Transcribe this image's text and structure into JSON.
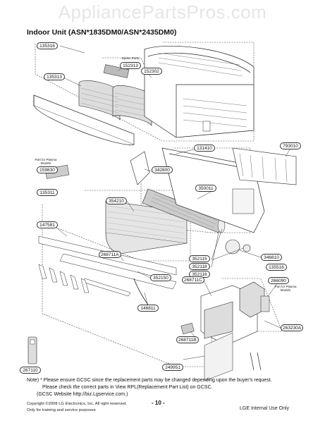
{
  "watermark": "AppliancePartsPros.com",
  "title": "Indoor Unit (ASN*1835DM0/ASN*2435DM0)",
  "callouts": {
    "c135316": "135316",
    "c152313": "152313",
    "c152302": "152302",
    "c135313": "135313",
    "c131410": "131410",
    "c793010": "793010",
    "c159830": "159830",
    "c342800": "342800",
    "c135311": "135311",
    "c350011": "350011",
    "c354210": "354210",
    "c147581": "147581",
    "c268711A": "268711A",
    "c352115": "352115",
    "c352118": "352118",
    "c352116": "352116",
    "c346810": "346810",
    "c135516": "135516",
    "c352150": "352150",
    "c268711C": "268711C",
    "c266090": "266090",
    "c146811": "146811",
    "c263230A": "263230A",
    "c268711B": "268711B",
    "c267110": "267110",
    "c249951": "249951"
  },
  "labels": {
    "option_parts": "Option Parts",
    "part_plasma_left": "Part for Plasma Models",
    "part_plasma_right": "Part for Plasma Models"
  },
  "notes": {
    "line1": "Note) * Please ensure GCSC since the replacement parts may be changed depending upon the buyer's request.",
    "line2": "Please check  the correct parts in View RPL(Replacement Part List) on GCSC.",
    "line3": "(GCSC Website  http://biz.Lgservice.com.)"
  },
  "footer": {
    "copyright": "Copyright ©2008 LG Electronics, Inc. All right reserved.",
    "training": "Only for training and service purposes",
    "page": "- 10 -",
    "internal": "LGE Internal Use Only"
  }
}
